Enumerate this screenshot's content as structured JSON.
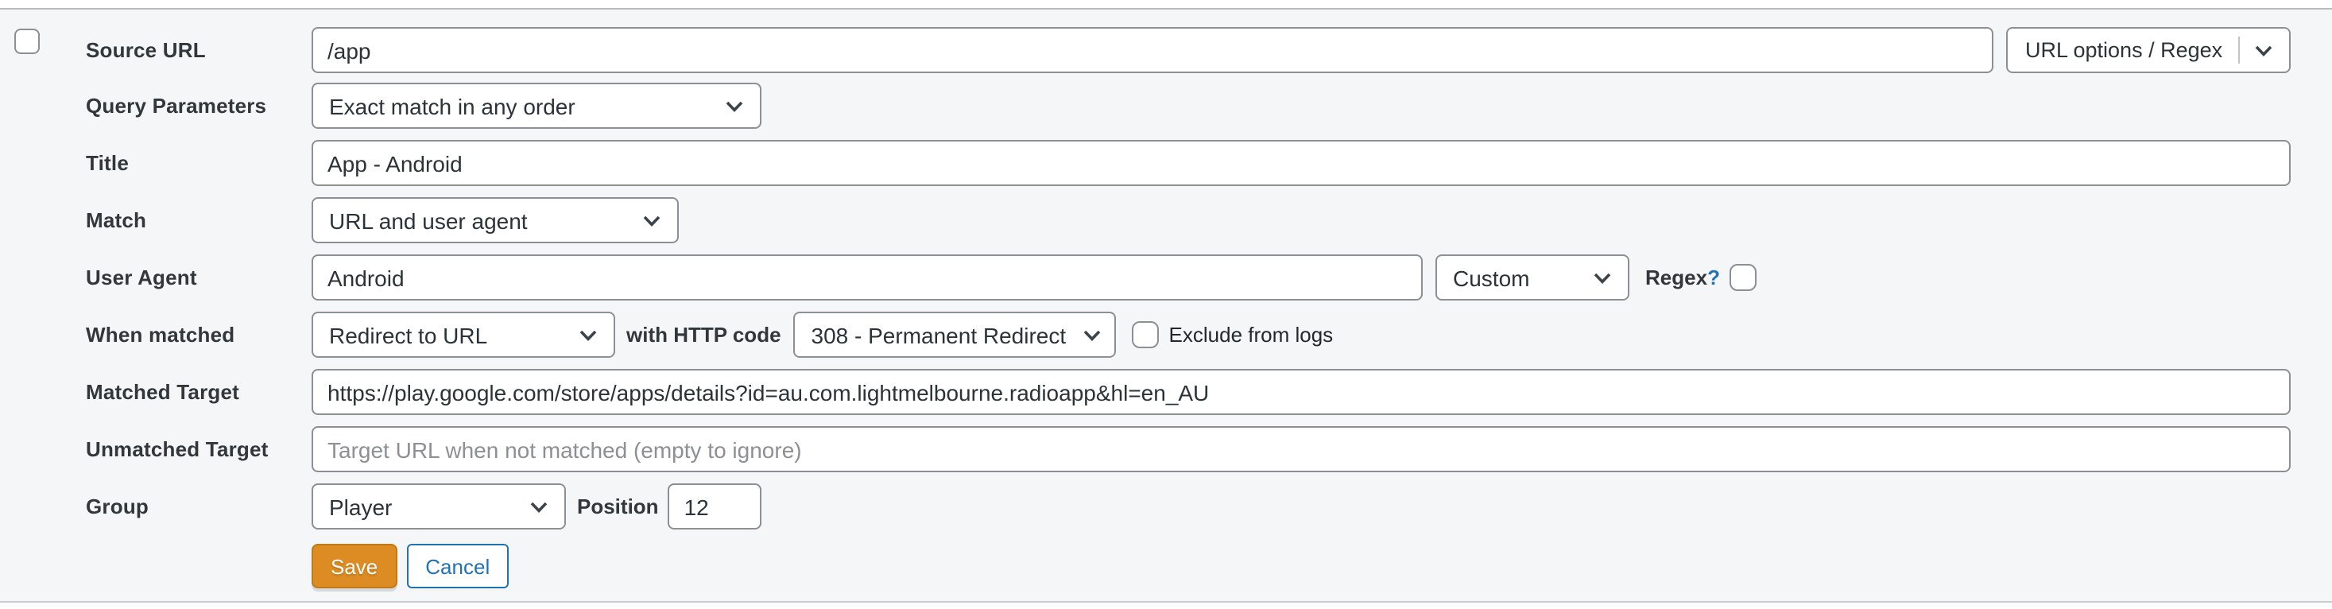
{
  "form": {
    "select_row_checkbox": {
      "checked": false
    },
    "source_url": {
      "label": "Source URL",
      "value": "/app"
    },
    "url_options": {
      "label": "URL options / Regex"
    },
    "query_parameters": {
      "label": "Query Parameters",
      "value": "Exact match in any order"
    },
    "title": {
      "label": "Title",
      "value": "App - Android"
    },
    "match": {
      "label": "Match",
      "value": "URL and user agent"
    },
    "user_agent": {
      "label": "User Agent",
      "value": "Android",
      "agent_select_value": "Custom",
      "regex_label": "Regex",
      "regex_help": "?",
      "regex_checked": false
    },
    "when_matched": {
      "label": "When matched",
      "action_value": "Redirect to URL",
      "http_code_label": "with HTTP code",
      "http_code_value": "308 - Permanent Redirect",
      "exclude_label": "Exclude from logs",
      "exclude_checked": false
    },
    "matched_target": {
      "label": "Matched Target",
      "value": "https://play.google.com/store/apps/details?id=au.com.lightmelbourne.radioapp&hl=en_AU"
    },
    "unmatched_target": {
      "label": "Unmatched Target",
      "placeholder": "Target URL when not matched (empty to ignore)"
    },
    "group": {
      "label": "Group",
      "value": "Player",
      "position_label": "Position",
      "position_value": "12"
    },
    "buttons": {
      "save": "Save",
      "cancel": "Cancel"
    }
  },
  "colors": {
    "panel_background": "#f5f6f7",
    "input_border": "#8c8f94",
    "label_text": "#32373c",
    "accent_blue": "#2271b1",
    "save_orange": "#dc8c23"
  }
}
